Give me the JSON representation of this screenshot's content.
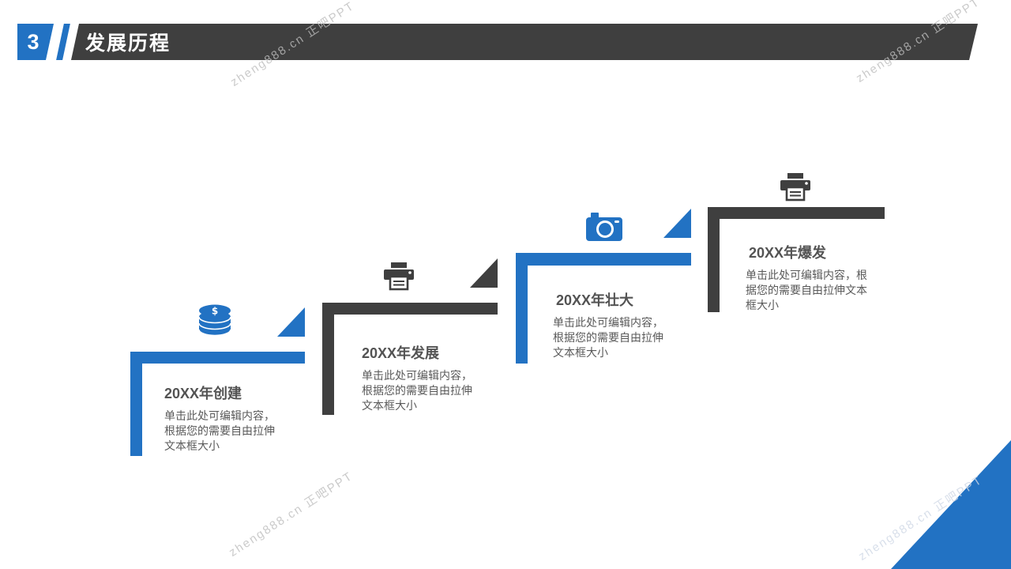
{
  "slide": {
    "header": {
      "number": "3",
      "title": "发展历程"
    },
    "watermark": {
      "text": "zheng888.cn 正吧PPT"
    },
    "steps": [
      {
        "title": "20XX年创建",
        "body": "单击此处可编辑内容，根据您的需要自由拉伸文本框大小",
        "icon": "coins-icon",
        "accent": "blue"
      },
      {
        "title": "20XX年发展",
        "body": "单击此处可编辑内容，根据您的需要自由拉伸文本框大小",
        "icon": "printer-icon",
        "accent": "dark"
      },
      {
        "title": "20XX年壮大",
        "body": "单击此处可编辑内容，根据您的需要自由拉伸文本框大小",
        "icon": "camera-icon",
        "accent": "blue"
      },
      {
        "title": "20XX年爆发",
        "body": "单击此处可编辑内容，根据您的需要自由拉伸文本框大小",
        "icon": "printer-icon",
        "accent": "dark"
      }
    ],
    "colors": {
      "accent_blue": "#2272c3",
      "dark_gray": "#3f3f3f",
      "body_text": "#595959"
    }
  }
}
